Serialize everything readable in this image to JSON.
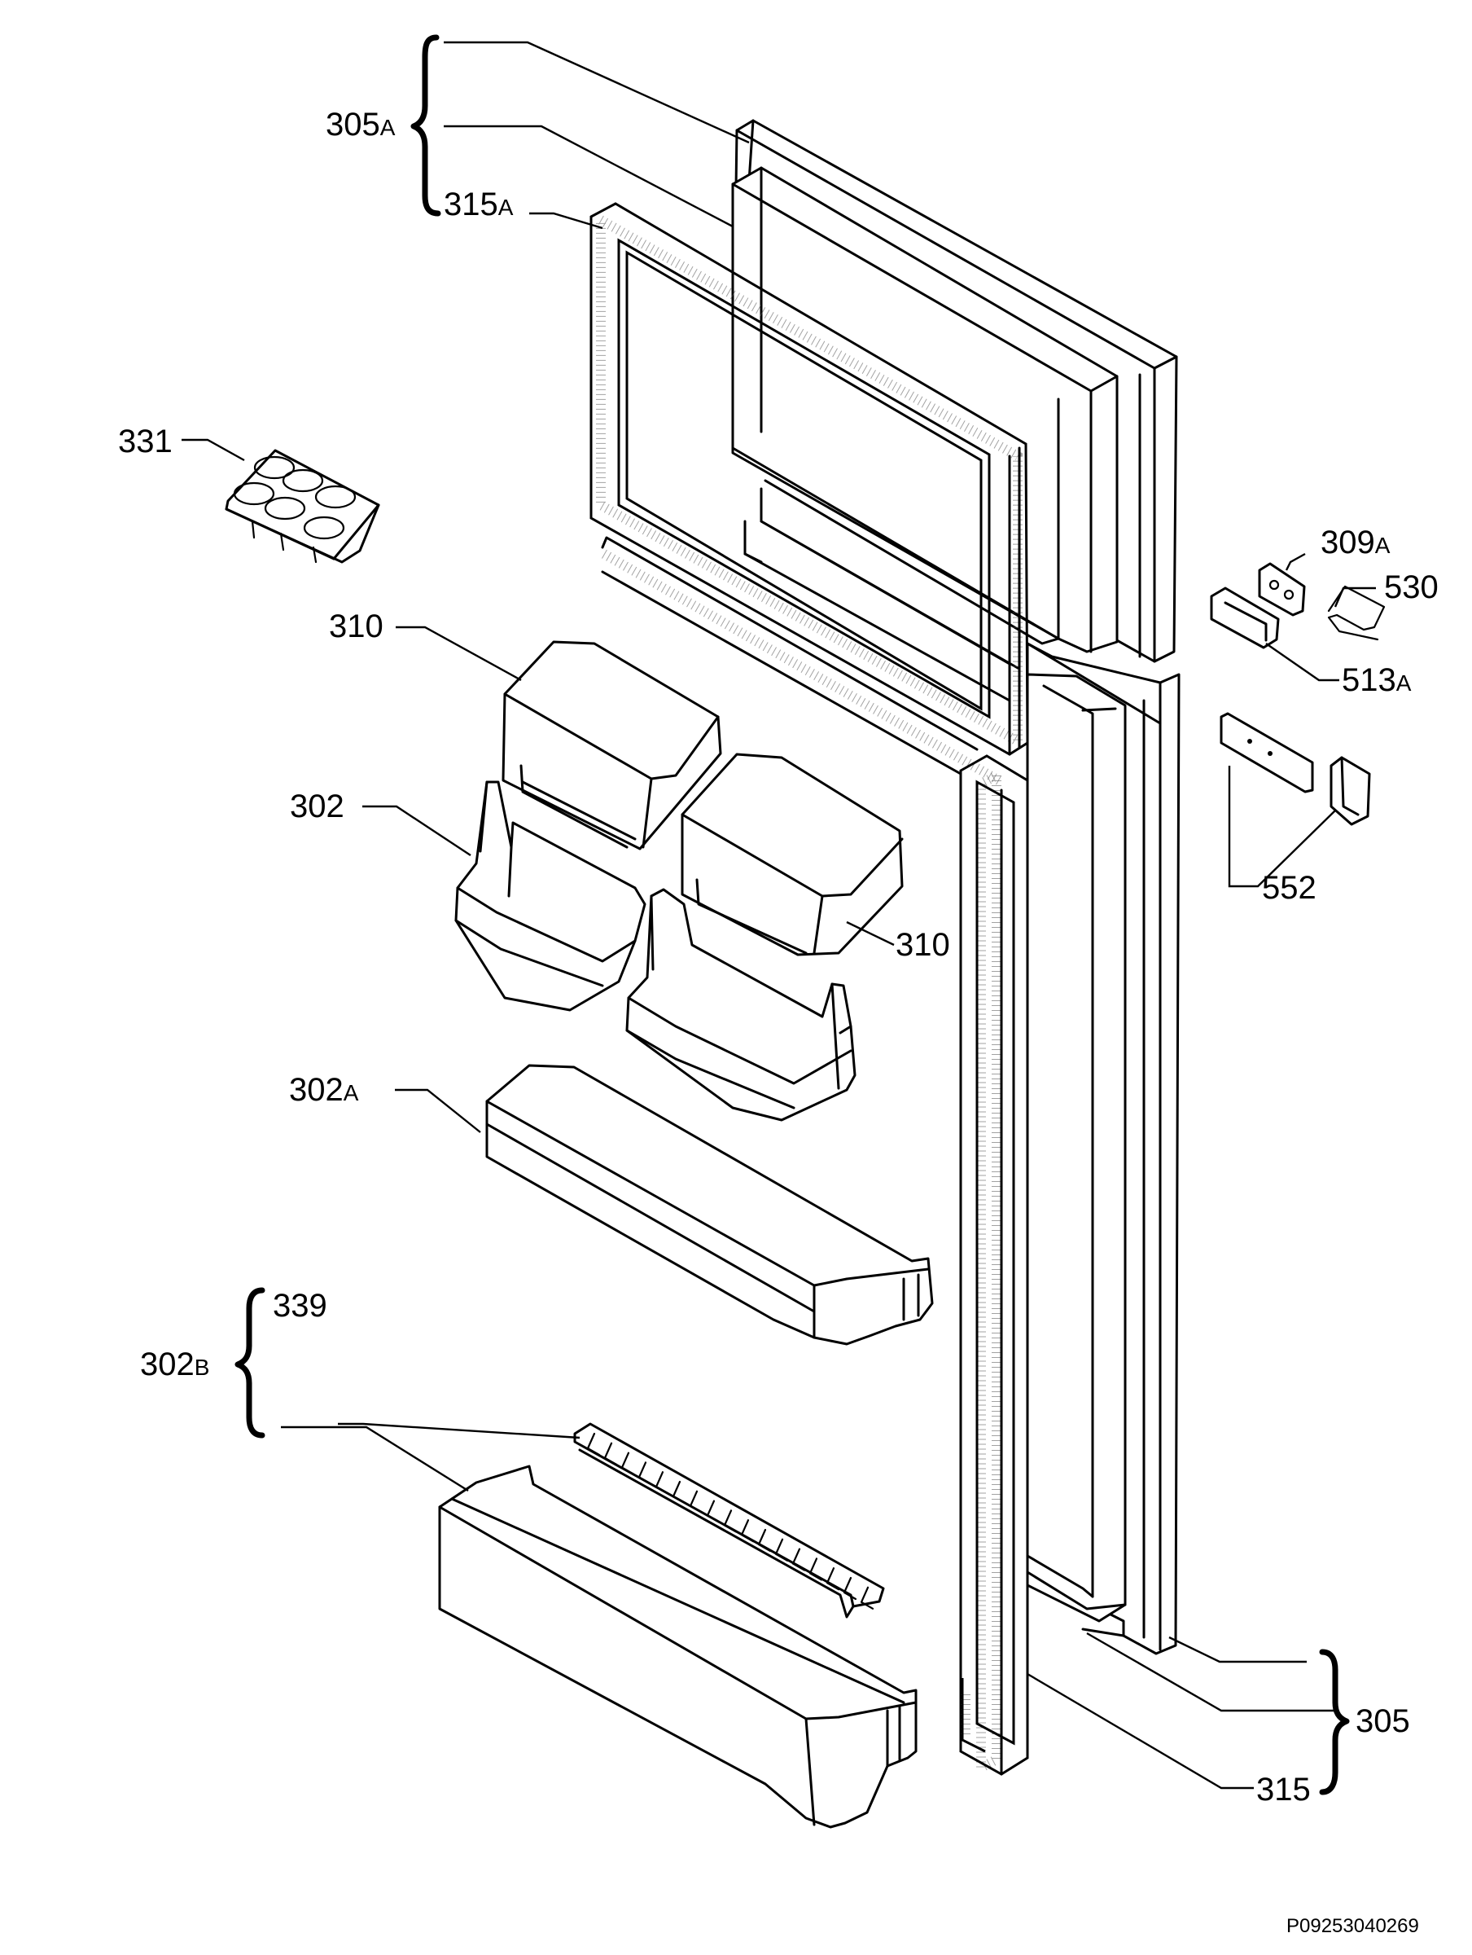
{
  "labels": {
    "p305A": {
      "num": "305",
      "suffix": "A"
    },
    "p315A": {
      "num": "315",
      "suffix": "A"
    },
    "p331": "331",
    "p310_top": "310",
    "p302": "302",
    "p310_right": "310",
    "p302A": {
      "num": "302",
      "suffix": "A"
    },
    "p339": "339",
    "p302B": {
      "num": "302",
      "suffix": "B"
    },
    "p309A": {
      "num": "309",
      "suffix": "A"
    },
    "p530": "530",
    "p513A": {
      "num": "513",
      "suffix": "A"
    },
    "p552": "552",
    "p305": "305",
    "p315": "315"
  },
  "document_code": "P09253040269"
}
